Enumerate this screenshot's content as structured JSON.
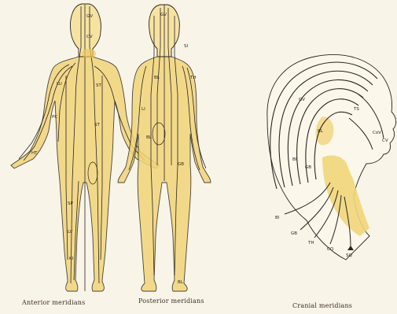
{
  "colors": {
    "paper": "#f8f4e8",
    "skin": "#f1d57a",
    "skin_light": "#f6e3a2",
    "line": "#2a2420"
  },
  "captions": {
    "anterior": "Anterior meridians",
    "posterior": "Posterior meridians",
    "cranial": "Cranial meridians"
  },
  "head_labels": {
    "bl": "Bl",
    "gb": "GB",
    "th": "TH",
    "co": "CO",
    "sq": "SQ",
    "cv": "CV",
    "gv": "GV",
    "ts": "TS",
    "bi": "BI",
    "gb2": "GB",
    "cov": "CoV",
    "bl2": "BL"
  },
  "anterior_labels": {
    "l1": "GV",
    "l2": "CV",
    "l3": "LU",
    "l4": "PC",
    "l5": "HT",
    "l6": "ST",
    "l7": "SP",
    "l8": "LV",
    "l9": "KI",
    "l10": "ST"
  },
  "posterior_labels": {
    "l1": "GV",
    "l2": "BL",
    "l3": "SI",
    "l4": "TH",
    "l5": "LI",
    "l6": "BL",
    "l7": "GB",
    "l8": "BL"
  }
}
